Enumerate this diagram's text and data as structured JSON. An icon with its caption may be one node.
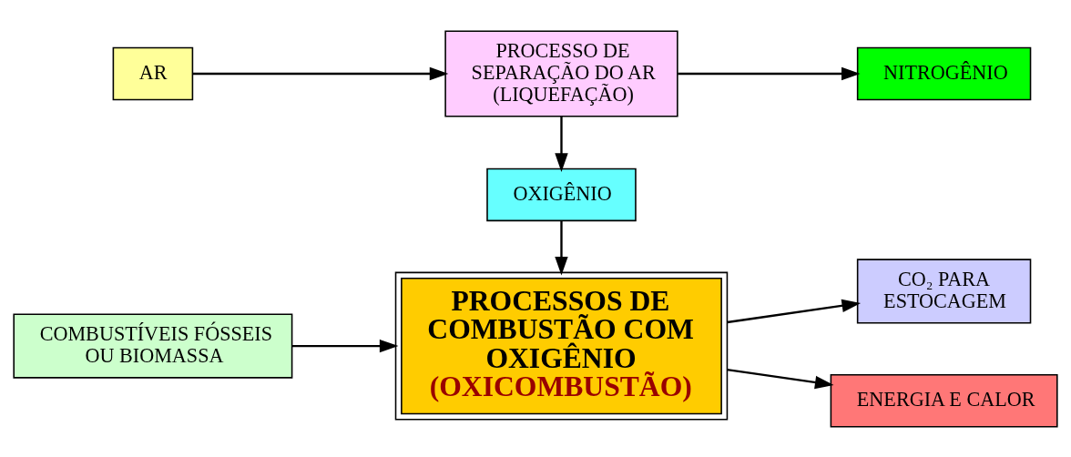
{
  "diagram": {
    "nodes": [
      {
        "text": [
          "COMBUSTÍVEIS FÓSSEIS OU BIOMASSA"
        ]
      },
      {
        "text": [
          "PROCESSOS DE COMBUSTÃO COM OXIGÊNIO",
          "(OXICOMBUSTÃO)"
        ]
      },
      {
        "text": [
          "CO₂ PARA ESTOCAGEM"
        ]
      },
      {
        "text": [
          "ENERGIA E CALOR"
        ]
      },
      {
        "text": [
          "OXIGÊNIO"
        ]
      },
      {
        "text": [
          "AR"
        ]
      },
      {
        "text": [
          "PROCESSO DE SEPARAÇÃO DO AR (LIQUEFAÇÃO)"
        ]
      },
      {
        "text": [
          "NITROGÊNIO"
        ]
      }
    ],
    "edges": [
      {
        "from": 0,
        "to": 1,
        "arrow": "to"
      },
      {
        "from": 1,
        "to": 2,
        "arrow": "to"
      },
      {
        "from": 1,
        "to": 3,
        "arrow": "to"
      },
      {
        "from": 4,
        "to": 1,
        "arrow": "to"
      },
      {
        "from": 6,
        "to": 4,
        "arrow": "to"
      },
      {
        "from": 5,
        "to": 6,
        "arrow": "to"
      },
      {
        "from": 6,
        "to": 7,
        "arrow": "to"
      }
    ]
  }
}
